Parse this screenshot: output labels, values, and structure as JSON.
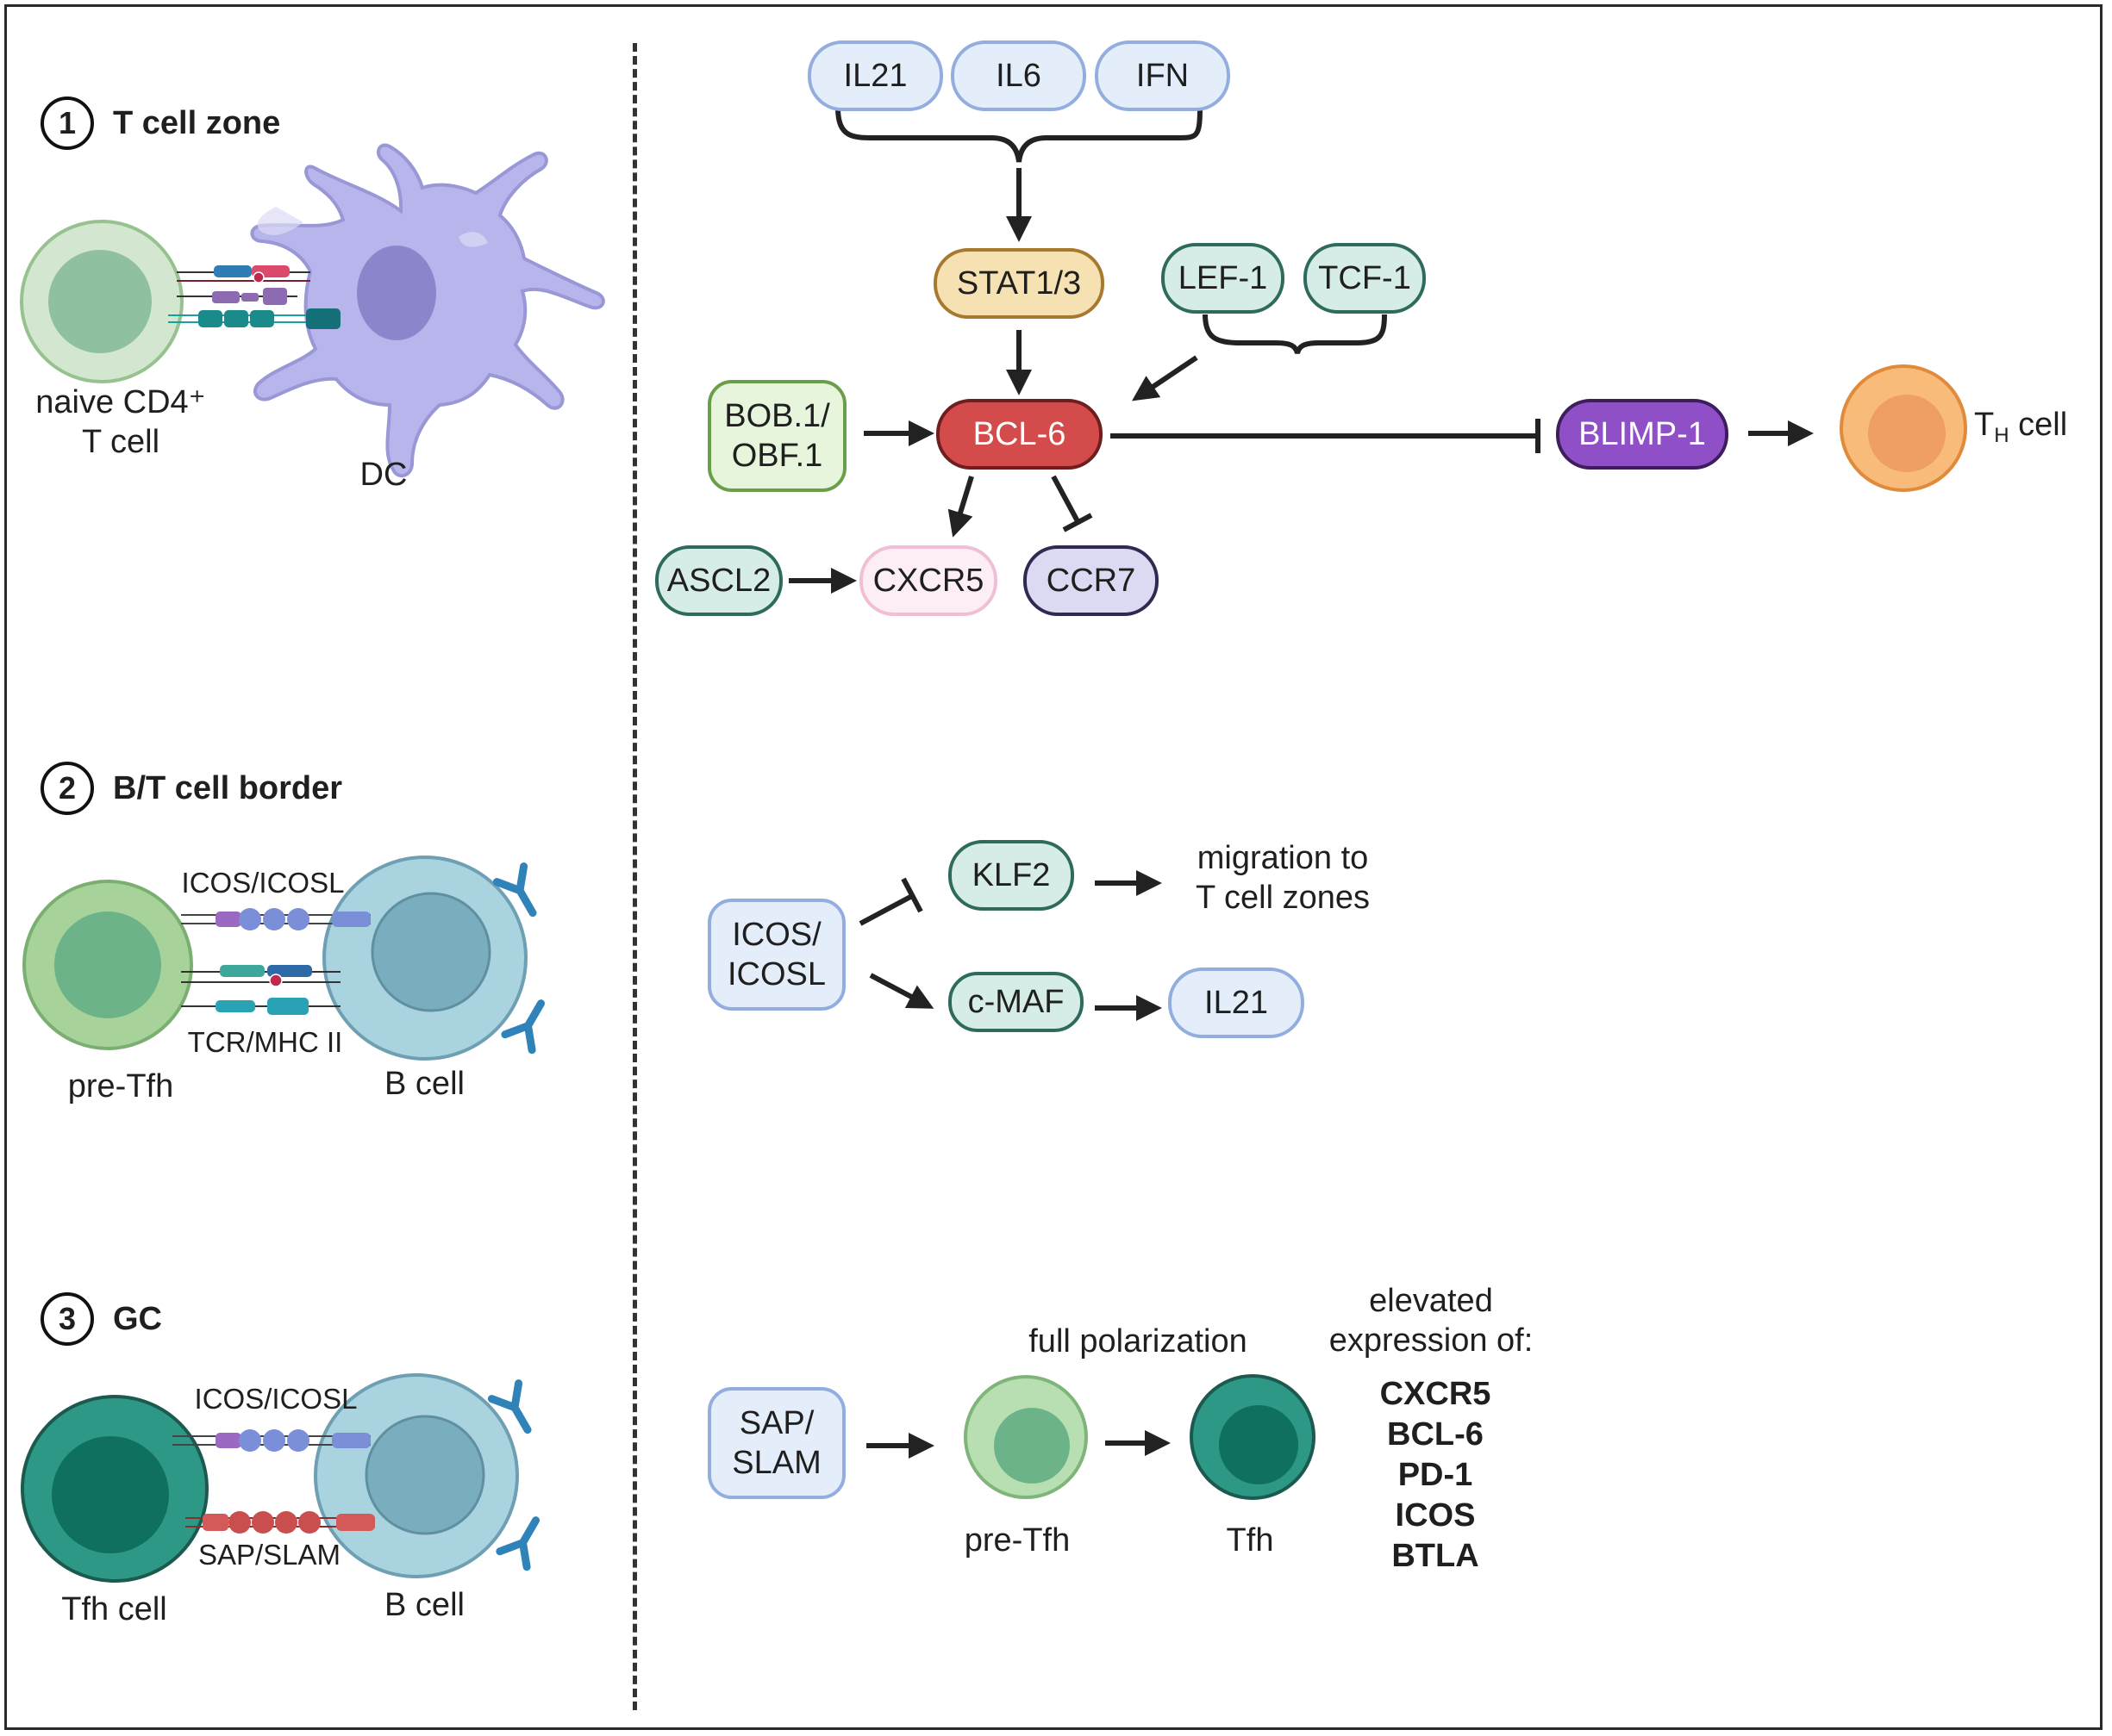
{
  "sections": [
    {
      "number": "1",
      "title": "T cell zone"
    },
    {
      "number": "2",
      "title": "B/T cell border"
    },
    {
      "number": "3",
      "title": "GC"
    }
  ],
  "left_labels": {
    "naive_cd4": "naive CD4⁺\nT cell",
    "dc": "DC",
    "icos_icosl_2": "ICOS/ICOSL",
    "tcr_mhc": "TCR/MHC II",
    "pre_tfh_2": "pre-Tfh",
    "b_cell_2": "B cell",
    "icos_icosl_3": "ICOS/ICOSL",
    "sap_slam_3": "SAP/SLAM",
    "tfh_cell": "Tfh cell",
    "b_cell_3": "B cell"
  },
  "pathway1": {
    "il21": "IL21",
    "il6": "IL6",
    "ifn": "IFN",
    "stat": "STAT1/3",
    "lef1": "LEF-1",
    "tcf1": "TCF-1",
    "bob1": "BOB.1/\nOBF.1",
    "bcl6": "BCL-6",
    "blimp1": "BLIMP-1",
    "th_main": "T",
    "th_sub": "H",
    "th_cell": " cell",
    "ascl2": "ASCL2",
    "cxcr5": "CXCR5",
    "ccr7": "CCR7"
  },
  "pathway2": {
    "icos": "ICOS/\nICOSL",
    "klf2": "KLF2",
    "migration": "migration to\nT cell zones",
    "cmaf": "c-MAF",
    "il21": "IL21"
  },
  "pathway3": {
    "sap": "SAP/\nSLAM",
    "full_polarization": "full polarization",
    "pre_tfh": "pre-Tfh",
    "tfh": "Tfh",
    "elevated": "elevated\nexpression of:",
    "markers": [
      "CXCR5",
      "BCL-6",
      "PD-1",
      "ICOS",
      "BTLA"
    ]
  },
  "colors": {
    "naive_t_outer": "#d3e6cf",
    "naive_t_inner": "#8fc1a0",
    "dc": "#b7b5ec",
    "dc_nucleus": "#8b86cb",
    "pre_tfh_outer": "#a7d39b",
    "pre_tfh_inner": "#6db389",
    "b_cell_outer": "#a8d3df",
    "b_cell_inner": "#78aebd",
    "tfh_outer": "#2e9887",
    "tfh_inner": "#10705f",
    "th_outer": "#f8bb7a",
    "th_inner": "#ef9e64",
    "antibody": "#2f83b9"
  }
}
